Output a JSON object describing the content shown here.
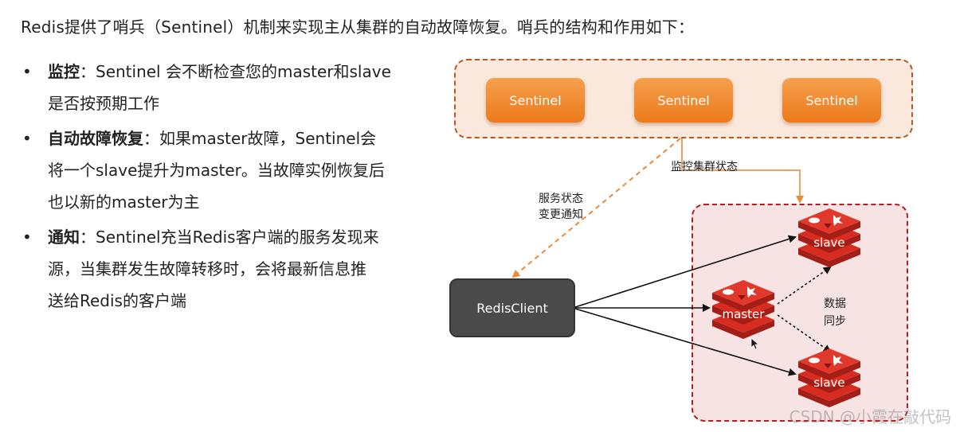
{
  "title": "Redis提供了哨兵（Sentinel）机制来实现主从集群的自动故障恢复。哨兵的结构和作用如下：",
  "bullets": [
    {
      "head": "监控",
      "lines": [
        "：Sentinel 会不断检查您的master和slave",
        "是否按预期工作"
      ]
    },
    {
      "head": "自动故障恢复",
      "lines": [
        "：如果master故障，Sentinel会",
        "将一个slave提升为master。当故障实例恢复后",
        "也以新的master为主"
      ]
    },
    {
      "head": "通知",
      "lines": [
        "：Sentinel充当Redis客户端的服务发现来",
        "源，当集群发生故障转移时，会将最新信息推",
        "送给Redis的客户端"
      ]
    }
  ],
  "diagram": {
    "sentinels": [
      "Sentinel",
      "Sentinel",
      "Sentinel"
    ],
    "monitor_label": "监控集群状态",
    "notify_label_1": "服务状态",
    "notify_label_2": "变更通知",
    "client": "RedisClient",
    "master": "master",
    "slave_top": "slave",
    "slave_bottom": "slave",
    "sync_label_1": "数据",
    "sync_label_2": "同步"
  },
  "watermark": "CSDN @小霞在敲代码",
  "colors": {
    "sentinel_orange": "#ec7a1c",
    "sentinel_group_border": "#b35a25",
    "cluster_border": "#b11f1f",
    "redis_red": "#d82c20",
    "client_dark": "#4a4a4a"
  }
}
